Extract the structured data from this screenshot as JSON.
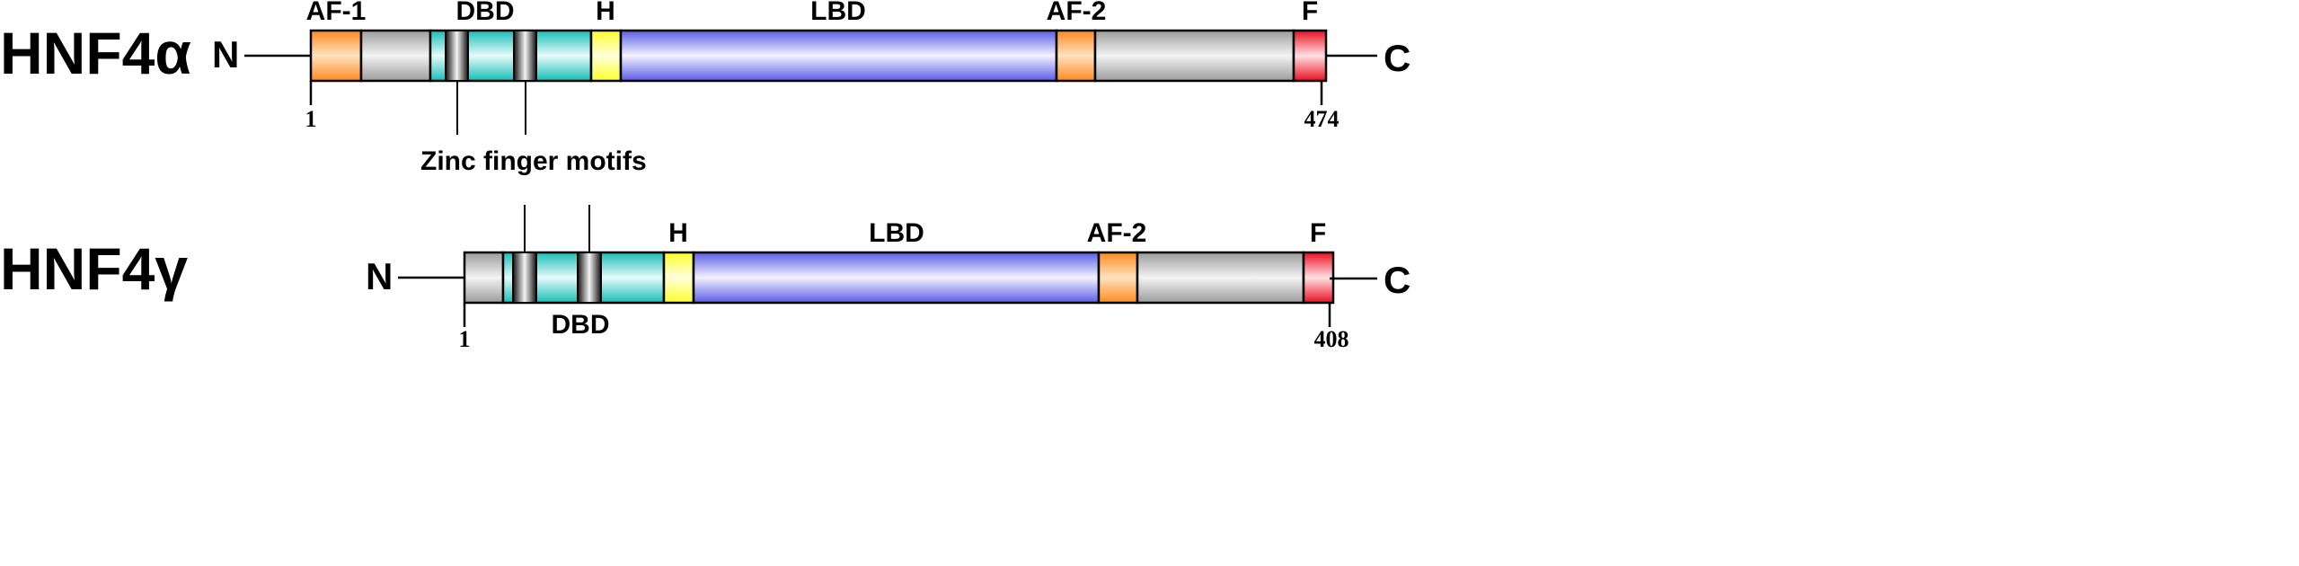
{
  "proteins": [
    {
      "name": "HNF4α",
      "n_label": "N",
      "c_label": "C",
      "start": "1",
      "end": "474",
      "domains": [
        {
          "label": "AF-1",
          "kind": "af"
        },
        {
          "label": "",
          "kind": "gray"
        },
        {
          "label": "DBD",
          "kind": "dbd"
        },
        {
          "label": "H",
          "kind": "hinge"
        },
        {
          "label": "LBD",
          "kind": "lbd"
        },
        {
          "label": "AF-2",
          "kind": "af"
        },
        {
          "label": "",
          "kind": "gray"
        },
        {
          "label": "F",
          "kind": "f"
        }
      ]
    },
    {
      "name": "HNF4γ",
      "n_label": "N",
      "c_label": "C",
      "start": "1",
      "end": "408",
      "domains": [
        {
          "label": "",
          "kind": "gray"
        },
        {
          "label": "DBD",
          "kind": "dbd"
        },
        {
          "label": "H",
          "kind": "hinge"
        },
        {
          "label": "LBD",
          "kind": "lbd"
        },
        {
          "label": "AF-2",
          "kind": "af"
        },
        {
          "label": "",
          "kind": "gray"
        },
        {
          "label": "F",
          "kind": "f"
        }
      ]
    }
  ],
  "zinc_finger_label": "Zinc finger motifs",
  "colors": {
    "af": "#ff9a3c",
    "gray": "#b8b8b8",
    "dbd": "#2cc9c2",
    "hinge": "#ffff44",
    "lbd": "#7878ee",
    "f": "#ee1c2e",
    "zinc": "#333333"
  }
}
